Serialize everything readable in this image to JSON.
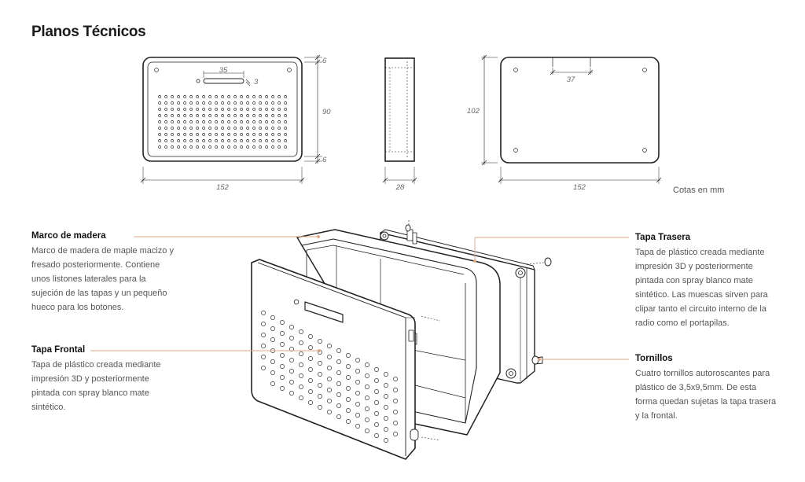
{
  "page": {
    "title": "Planos Técnicos",
    "units_note": "Cotas en mm"
  },
  "dimensions": {
    "front_width": "152",
    "front_height": "90",
    "front_top_margin": "6",
    "front_bottom_margin": "6",
    "slot_width": "35",
    "slot_height": "3",
    "side_depth": "28",
    "back_width": "152",
    "back_height": "102",
    "notch_width": "37"
  },
  "callouts": {
    "frame": {
      "title": "Marco de madera",
      "body": "Marco de madera de maple macizo y fresado posteriormente. Contiene unos listones laterales para la sujeción de las tapas y un pequeño hueco para los botones."
    },
    "front_cover": {
      "title": "Tapa Frontal",
      "body": "Tapa de plástico creada mediante impresión 3D y posteriormente pintada con spray blanco mate sintético."
    },
    "back_cover": {
      "title": "Tapa Trasera",
      "body": "Tapa de plástico creada mediante impresión 3D y posteriormente pintada con spray blanco mate sintético. Las muescas sirven para clipar tanto el circuito interno de la radio como el portapilas."
    },
    "screws": {
      "title": "Tornillos",
      "body": "Cuatro tornillos autoroscantes para plástico de 3,5x9,5mm. De esta forma quedan sujetas la tapa trasera y la frontal."
    }
  },
  "colors": {
    "leader_line": "#d9a88a",
    "stroke": "#222222"
  }
}
